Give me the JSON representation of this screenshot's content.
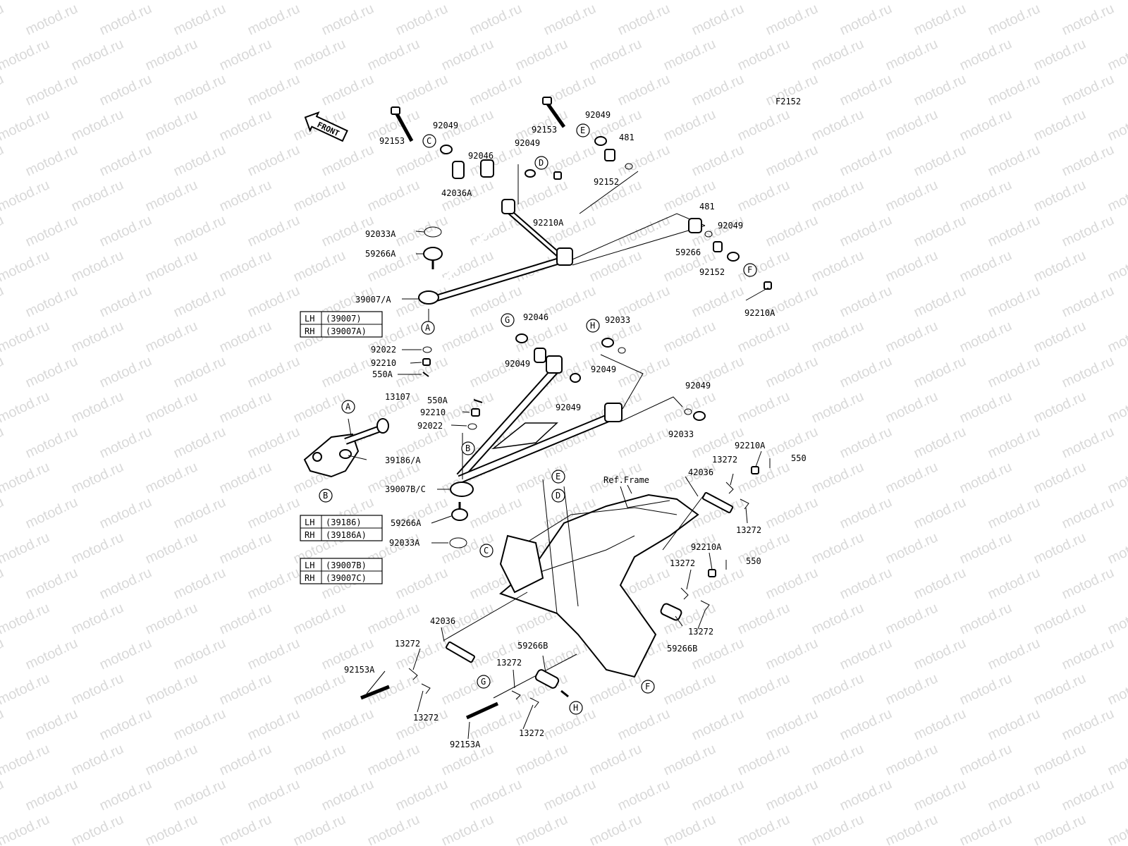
{
  "figure_code": "F2152",
  "front_label": "FRONT",
  "ref_frame_label": "Ref.Frame",
  "watermark_text": "motod.ru",
  "part_labels": {
    "p92153_top_left": "92153",
    "p92049_c": "92049",
    "p92046_top": "92046",
    "p42036A": "42036A",
    "p92049_d": "92049",
    "p92210A_top": "92210A",
    "p92153_top_right": "92153",
    "p92049_e": "92049",
    "p481_top": "481",
    "p92152_top": "92152",
    "p481_right": "481",
    "p92049_right": "92049",
    "p59266": "59266",
    "p92152_right": "92152",
    "p92210A_right": "92210A",
    "p92033A_upper": "92033A",
    "p59266A_upper": "59266A",
    "p39007A": "39007/A",
    "p92022_upper": "92022",
    "p92210_upper": "92210",
    "p550A_upper": "550A",
    "p92046_mid": "92046",
    "p92049_g": "92049",
    "p92033_h": "92033",
    "p92049_h": "92049",
    "p92049_mid": "92049",
    "p92049_lowright": "92049",
    "p92033_lowright": "92033",
    "p13107": "13107",
    "p550A_lower": "550A",
    "p92210_lower": "92210",
    "p92022_lower": "92022",
    "p39186A": "39186/A",
    "p39007BC": "39007B/C",
    "p59266A_lower": "59266A",
    "p92033A_lower": "92033A",
    "p92210A_frame_top": "92210A",
    "p550_top": "550",
    "p13272_a": "13272",
    "p42036_right": "42036",
    "p13272_b": "13272",
    "p92210A_frame_mid": "92210A",
    "p550_mid": "550",
    "p13272_c": "13272",
    "p13272_d": "13272",
    "p59266B_right": "59266B",
    "p42036_left": "42036",
    "p13272_e": "13272",
    "p92153A_left": "92153A",
    "p13272_f": "13272",
    "p59266B_left": "59266B",
    "p13272_g": "13272",
    "p13272_h": "13272",
    "p92153A_bottom": "92153A"
  },
  "callout_letters": {
    "c_top": "C",
    "d_top": "D",
    "e_top": "E",
    "f_right": "F",
    "a_arm": "A",
    "g_mid": "G",
    "h_mid": "H",
    "a_knuckle": "A",
    "b_knuckle": "B",
    "b_arm": "B",
    "e_frame": "E",
    "d_frame": "D",
    "c_frame": "C",
    "f_frame": "F",
    "g_bottom": "G",
    "h_bottom": "H"
  },
  "variant_tables": [
    {
      "rows": [
        {
          "side": "LH",
          "part": "(39007)"
        },
        {
          "side": "RH",
          "part": "(39007A)"
        }
      ]
    },
    {
      "rows": [
        {
          "side": "LH",
          "part": "(39186)"
        },
        {
          "side": "RH",
          "part": "(39186A)"
        }
      ]
    },
    {
      "rows": [
        {
          "side": "LH",
          "part": "(39007B)"
        },
        {
          "side": "RH",
          "part": "(39007C)"
        }
      ]
    }
  ]
}
